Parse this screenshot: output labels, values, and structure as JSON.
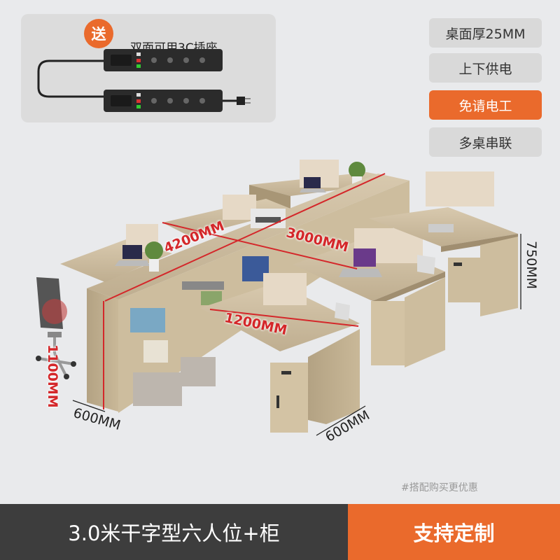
{
  "gift": {
    "badge": "送",
    "text": "双面可用3C插座"
  },
  "features": [
    {
      "label": "桌面厚25MM",
      "highlight": false
    },
    {
      "label": "上下供电",
      "highlight": false
    },
    {
      "label": "免请电工",
      "highlight": true
    },
    {
      "label": "多桌串联",
      "highlight": false
    }
  ],
  "dimensions": {
    "length_total": "4200MM",
    "length_middle": "3000MM",
    "desk_width": "1200MM",
    "cabinet_height": "1100MM",
    "desk_height": "750MM",
    "depth_left": "600MM",
    "depth_right": "600MM"
  },
  "promo_note": "#搭配购买更优惠",
  "footer": {
    "product_title": "3.0米干字型六人位+柜",
    "cta": "支持定制"
  },
  "colors": {
    "accent": "#ea6a2c",
    "dark_bar": "#3d3d3d",
    "dimension_red": "#d4272a"
  }
}
